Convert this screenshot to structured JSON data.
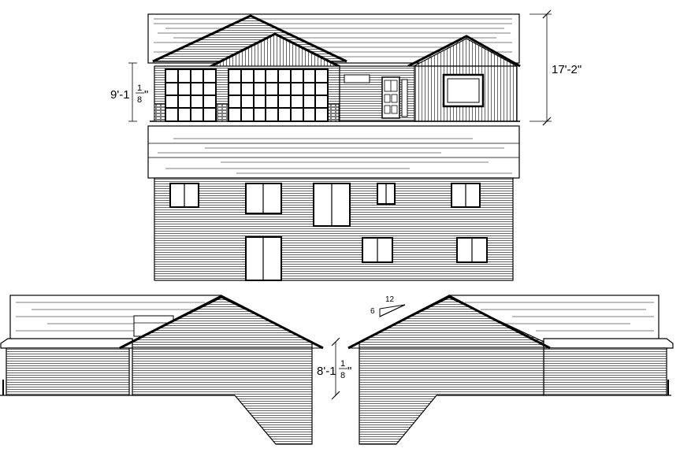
{
  "drawing": {
    "front_height_dim": "17'-2\"",
    "front_wall_dim": {
      "whole": "9'-1",
      "numerator": "1",
      "denominator": "8",
      "suffix": "\""
    },
    "side_wall_dim": {
      "whole": "8'-1",
      "numerator": "1",
      "denominator": "8",
      "suffix": "\""
    },
    "roof_pitch": {
      "rise": "6",
      "run": "12"
    },
    "colors": {
      "line": "#000000",
      "paper": "#ffffff"
    }
  }
}
